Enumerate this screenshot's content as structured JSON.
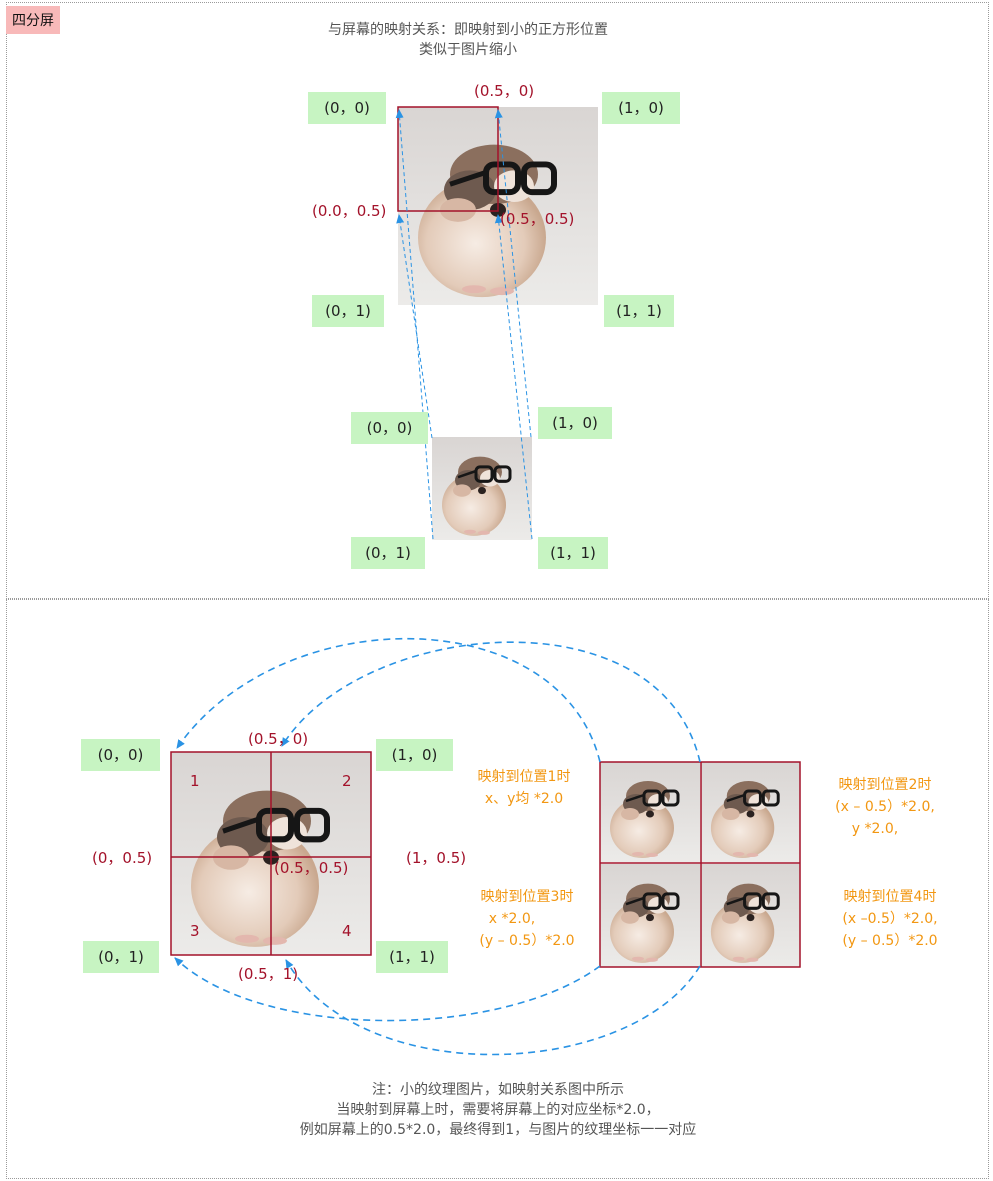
{
  "tag": "四分屏",
  "top": {
    "note_line1": "与屏幕的映射关系：即映射到小的正方形位置",
    "note_line2": "类似于图片缩小",
    "big": {
      "tl": "(0，0)",
      "tr": "(1，0)",
      "bl": "(0，1)",
      "br": "(1，1)",
      "mid_top": "(0.5，0)",
      "mid_left": "(0.0，0.5)",
      "center": "(0.5，0.5)"
    },
    "small": {
      "tl": "(0，0)",
      "tr": "(1，0)",
      "bl": "(0，1)",
      "br": "(1，1)"
    }
  },
  "bottom": {
    "corners": {
      "tl": "(0，0)",
      "tr": "(1，0)",
      "bl": "(0，1)",
      "br": "(1，1)"
    },
    "mid_top": "(0.5，0)",
    "mid_left": "(0，0.5)",
    "mid_right": "(1，0.5)",
    "center": "(0.5，0.5)",
    "mid_bottom": "(0.5，1)",
    "quadrants": [
      "1",
      "2",
      "3",
      "4"
    ],
    "pos1": [
      "映射到位置1时",
      "x、y均 *2.0"
    ],
    "pos2": [
      "映射到位置2时",
      "(x – 0.5）*2.0,",
      "y *2.0,"
    ],
    "pos3": [
      "映射到位置3时",
      "x *2.0,",
      "(y – 0.5）*2.0"
    ],
    "pos4": [
      "映射到位置4时",
      "(x –0.5）*2.0,",
      "(y – 0.5）*2.0"
    ],
    "note_lines": [
      "注：小的纹理图片，如映射关系图中所示",
      "当映射到屏幕上时，需要将屏幕上的对应坐标*2.0，",
      "例如屏幕上的0.5*2.0，最终得到1，与图片的纹理坐标一一对应"
    ]
  },
  "colors": {
    "red": "#a3122a",
    "orange": "#f29712",
    "green_bg": "#c7f4c2",
    "arrow": "#2a93e4"
  }
}
